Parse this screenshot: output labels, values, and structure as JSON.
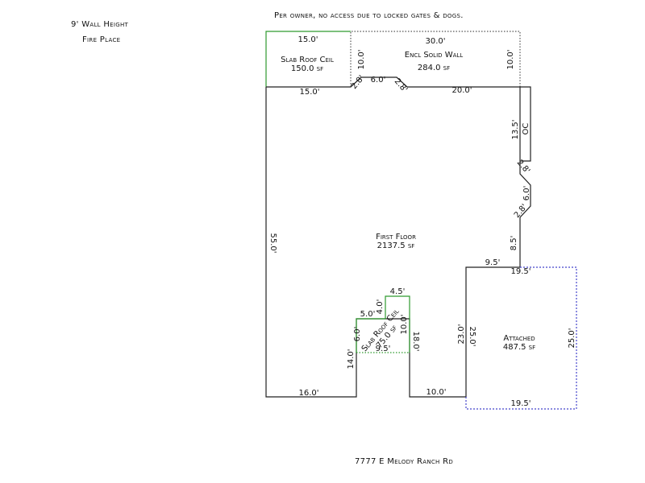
{
  "notes": {
    "wall_height": "9' Wall Height",
    "fire_place": "Fire Place",
    "owner_note": "Per owner, no access due to locked gates & dogs.",
    "address": "7777 E Melody Ranch Rd"
  },
  "areas": {
    "slab_roof_top": {
      "name": "Slab Roof Ceil",
      "area": "150.0 sf"
    },
    "encl_solid_wall": {
      "name": "Encl Solid Wall",
      "area": "284.0 sf"
    },
    "first_floor": {
      "name": "First Floor",
      "area": "2137.5 sf"
    },
    "attached": {
      "name": "Attached",
      "area": "487.5 sf"
    },
    "slab_roof_small": {
      "name": "Slab Roof Ceil",
      "area": "75.0 sf"
    }
  },
  "dims": {
    "top_15": "15.0'",
    "top_30": "30.0'",
    "slab_10": "10.0'",
    "encl_10_right": "10.0'",
    "mid_15": "15.0'",
    "bay_2_8_left": "2.8'",
    "bay_6": "6.0'",
    "bay_2_8_right": "2.8'",
    "top_20": "20.0'",
    "right_13_5": "13.5'",
    "oc": "OC",
    "right_2_8_a": "2.8'",
    "right_6": "6.0'",
    "right_2_8_b": "2.8'",
    "right_8_5": "8.5'",
    "step_9_5": "9.5'",
    "left_55": "55.0'",
    "att_top_19_5": "19.5'",
    "att_left_23": "23.0'",
    "att_inner_25": "25.0'",
    "att_right_25": "25.0'",
    "att_bottom_19_5": "19.5'",
    "bottom_16": "16.0'",
    "bottom_10": "10.0'",
    "notch_14": "14.0'",
    "notch_18": "18.0'",
    "notch_4_5": "4.5'",
    "notch_4": "4.0'",
    "notch_5": "5.0'",
    "notch_6": "6.0'",
    "notch_10": "10.0'",
    "notch_9_5": "9.5'"
  }
}
